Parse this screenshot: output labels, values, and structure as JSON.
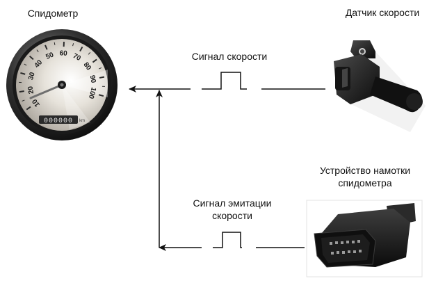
{
  "labels": {
    "speedometer": "Спидометр",
    "sensor": "Датчик скорости",
    "device_line1": "Устройство намотки",
    "device_line2": "спидометра",
    "signal_speed": "Сигнал скорости",
    "signal_emul_line1": "Сигнал эмитации",
    "signal_emul_line2": "скорости"
  },
  "gauge": {
    "ticks": [
      "10",
      "20",
      "30",
      "40",
      "50",
      "60",
      "70",
      "80",
      "90",
      "100"
    ],
    "odometer": "000000",
    "odometer_suffix": "km"
  },
  "icons": {
    "speedometer": "speedometer-icon",
    "sensor": "speed-sensor-icon",
    "device": "obd-connector-icon"
  }
}
